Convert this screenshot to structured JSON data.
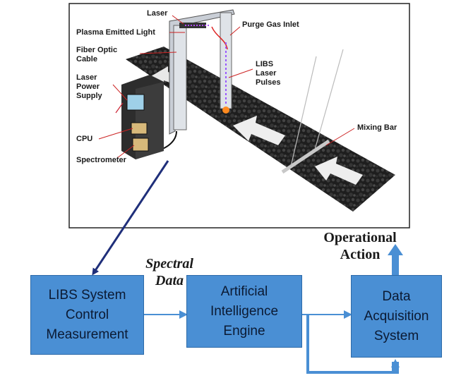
{
  "illustration": {
    "labels": {
      "laser": "Laser",
      "plasma": "Plasma Emitted Light",
      "fiber": "Fiber Optic\nCable",
      "power": "Laser\nPower\nSupply",
      "cpu": "CPU",
      "spectrometer": "Spectrometer",
      "purge": "Purge Gas Inlet",
      "pulses": "LIBS\nLaser\nPulses",
      "mixing": "Mixing Bar"
    }
  },
  "blocks": {
    "libs": "LIBS  System\nControl\nMeasurement",
    "ai": "Artificial\nIntelligence\nEngine",
    "daq": "Data\nAcquisition\nSystem"
  },
  "annotations": {
    "spectral": "Spectral\nData",
    "operational": "Operational\nAction"
  },
  "colors": {
    "block_fill": "#4a8fd4",
    "arrow_dark": "#1f2f7a",
    "arrow_blue": "#4a8fd4",
    "coal": "#2a2a2a"
  }
}
